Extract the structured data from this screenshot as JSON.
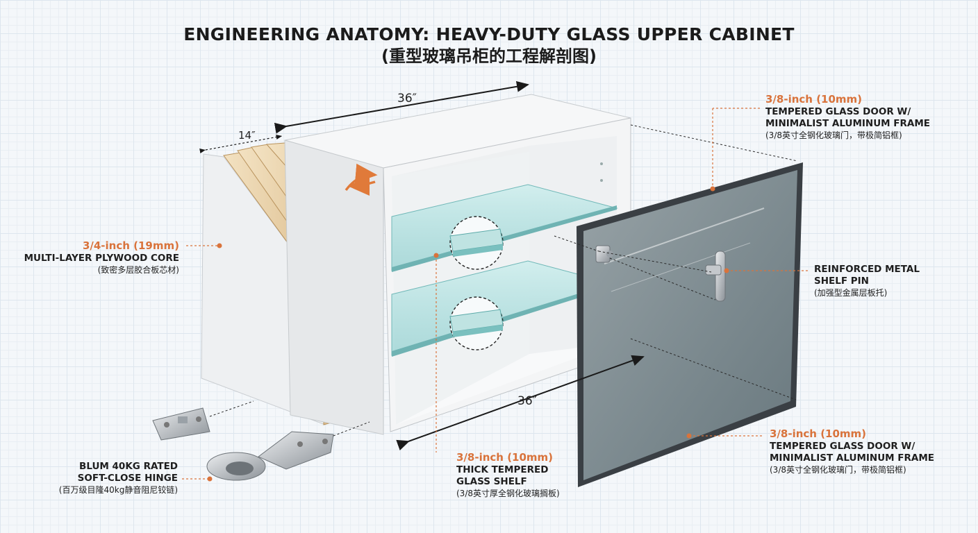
{
  "title": "ENGINEERING ANATOMY: HEAVY-DUTY GLASS UPPER CABINET",
  "subtitle": "(重型玻璃吊柜的工程解剖图)",
  "dimensions": {
    "top_width": "36″",
    "depth": "14″",
    "bottom_width": "36″"
  },
  "callouts": {
    "plywood": {
      "spec": "3/4-inch (19mm)",
      "name": "MULTI-LAYER PLYWOOD CORE",
      "cn": "(致密多层胶合板芯材)"
    },
    "door_top": {
      "spec": "3/8-inch (10mm)",
      "name_line1": "TEMPERED GLASS DOOR W/",
      "name_line2": "MINIMALIST ALUMINUM FRAME",
      "cn": "(3/8英寸全钢化玻璃门，带极简铝框)"
    },
    "shelf_pin": {
      "name_line1": "REINFORCED METAL",
      "name_line2": "SHELF PIN",
      "cn": "(加强型金属层板托)"
    },
    "hinge": {
      "name_line1": "BLUM 40kg RATED",
      "name_line2": "SOFT-CLOSE HINGE",
      "cn": "(百万级目隆40kg静音阻尼铰链)"
    },
    "glass_shelf": {
      "spec": "3/8-inch (10mm)",
      "name_line1": "THICK TEMPERED",
      "name_line2": "GLASS SHELF",
      "cn": "(3/8英寸厚全钢化玻璃搁板)"
    },
    "door_bottom": {
      "spec": "3/8-inch (10mm)",
      "name_line1": "TEMPERED GLASS DOOR W/",
      "name_line2": "MINIMALIST ALUMINUM FRAME",
      "cn": "(3/8英寸全钢化玻璃门，带极简铝框)"
    }
  },
  "colors": {
    "accent": "#d9733b",
    "frame": "#3a3f44",
    "panel": "#f1f2f3",
    "plywood": "#e3c89c",
    "glass": "#bfe6e6"
  }
}
